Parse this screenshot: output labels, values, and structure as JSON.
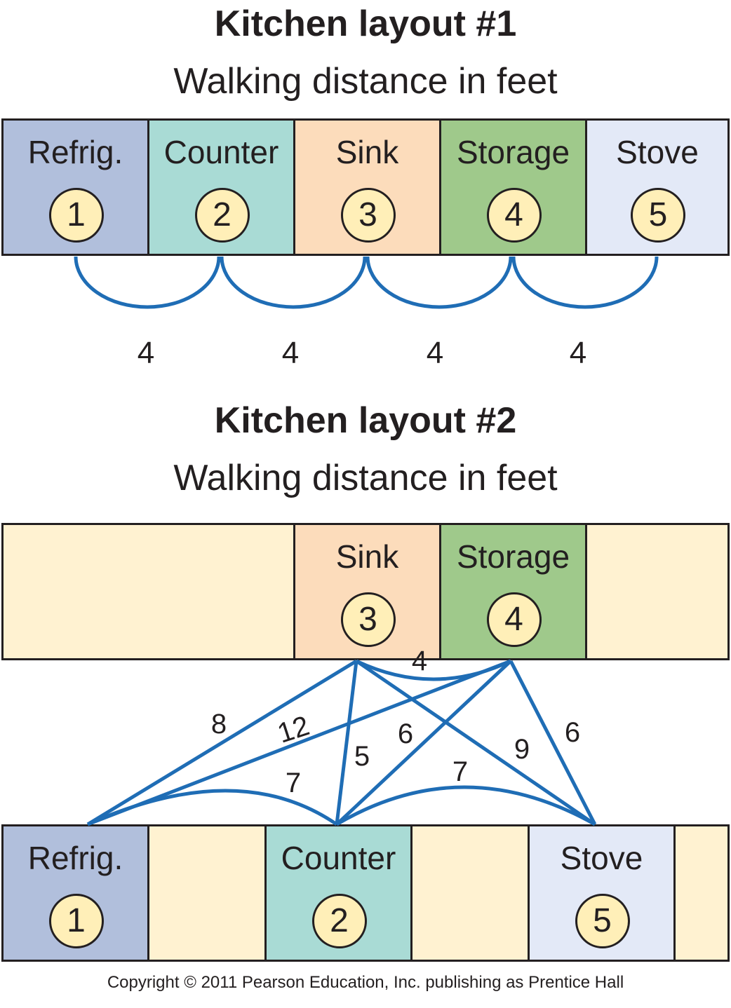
{
  "layout1": {
    "title": "Kitchen layout #1",
    "subtitle": "Walking distance in feet",
    "cells": [
      {
        "label": "Refrig.",
        "num": "1",
        "color": "#b1bfdc"
      },
      {
        "label": "Counter",
        "num": "2",
        "color": "#a9dbd5"
      },
      {
        "label": "Sink",
        "num": "3",
        "color": "#fcdcbb"
      },
      {
        "label": "Storage",
        "num": "4",
        "color": "#9fc98b"
      },
      {
        "label": "Stove",
        "num": "5",
        "color": "#e3e9f7"
      }
    ],
    "distances": [
      "4",
      "4",
      "4",
      "4"
    ]
  },
  "layout2": {
    "title": "Kitchen layout #2",
    "subtitle": "Walking distance in feet",
    "top_cells": [
      {
        "label": "",
        "num": "",
        "color": "#fff2d1"
      },
      {
        "label": "Sink",
        "num": "3",
        "color": "#fcdcbb"
      },
      {
        "label": "Storage",
        "num": "4",
        "color": "#9fc98b"
      },
      {
        "label": "",
        "num": "",
        "color": "#fff2d1"
      }
    ],
    "bottom_cells": [
      {
        "label": "Refrig.",
        "num": "1",
        "color": "#b1bfdc"
      },
      {
        "label": "",
        "num": "",
        "color": "#fff2d1"
      },
      {
        "label": "Counter",
        "num": "2",
        "color": "#a9dbd5"
      },
      {
        "label": "",
        "num": "",
        "color": "#fff2d1"
      },
      {
        "label": "Stove",
        "num": "5",
        "color": "#e3e9f7"
      },
      {
        "label": "",
        "num": "",
        "color": "#fff2d1"
      }
    ],
    "distances": {
      "sink_storage": "4",
      "refrig_sink": "8",
      "refrig_storage": "12",
      "refrig_counter": "7",
      "counter_sink": "5",
      "sink_stove": "9",
      "counter_storage": "6",
      "counter_stove": "7",
      "storage_stove": "6"
    }
  },
  "copyright": "Copyright © 2011 Pearson Education, Inc. publishing as Prentice Hall",
  "colors": {
    "line": "#1f6db5",
    "border": "#231f20"
  }
}
